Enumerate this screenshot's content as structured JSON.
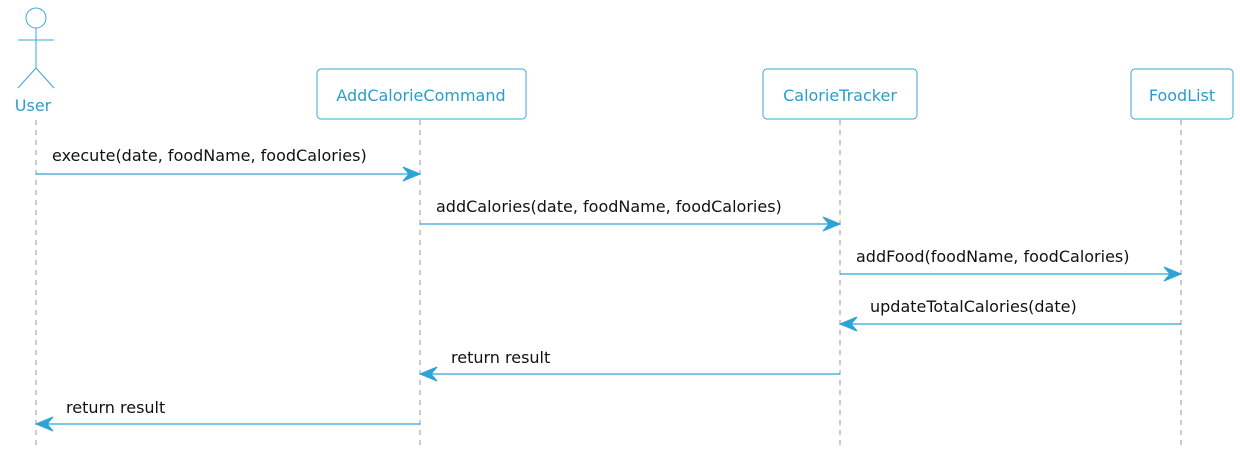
{
  "diagram": {
    "actor": {
      "label": "User"
    },
    "participants": [
      {
        "label": "AddCalorieCommand"
      },
      {
        "label": "CalorieTracker"
      },
      {
        "label": "FoodList"
      }
    ],
    "messages": [
      {
        "label": "execute(date, foodName, foodCalories)",
        "from": "User",
        "to": "AddCalorieCommand"
      },
      {
        "label": "addCalories(date, foodName, foodCalories)",
        "from": "AddCalorieCommand",
        "to": "CalorieTracker"
      },
      {
        "label": "addFood(foodName, foodCalories)",
        "from": "CalorieTracker",
        "to": "FoodList"
      },
      {
        "label": "updateTotalCalories(date)",
        "from": "FoodList",
        "to": "CalorieTracker"
      },
      {
        "label": "return result",
        "from": "CalorieTracker",
        "to": "AddCalorieCommand"
      },
      {
        "label": "return result",
        "from": "AddCalorieCommand",
        "to": "User"
      }
    ],
    "colors": {
      "accent": "#2ea3d6",
      "lifeline": "#999999",
      "text": "#111111"
    }
  }
}
